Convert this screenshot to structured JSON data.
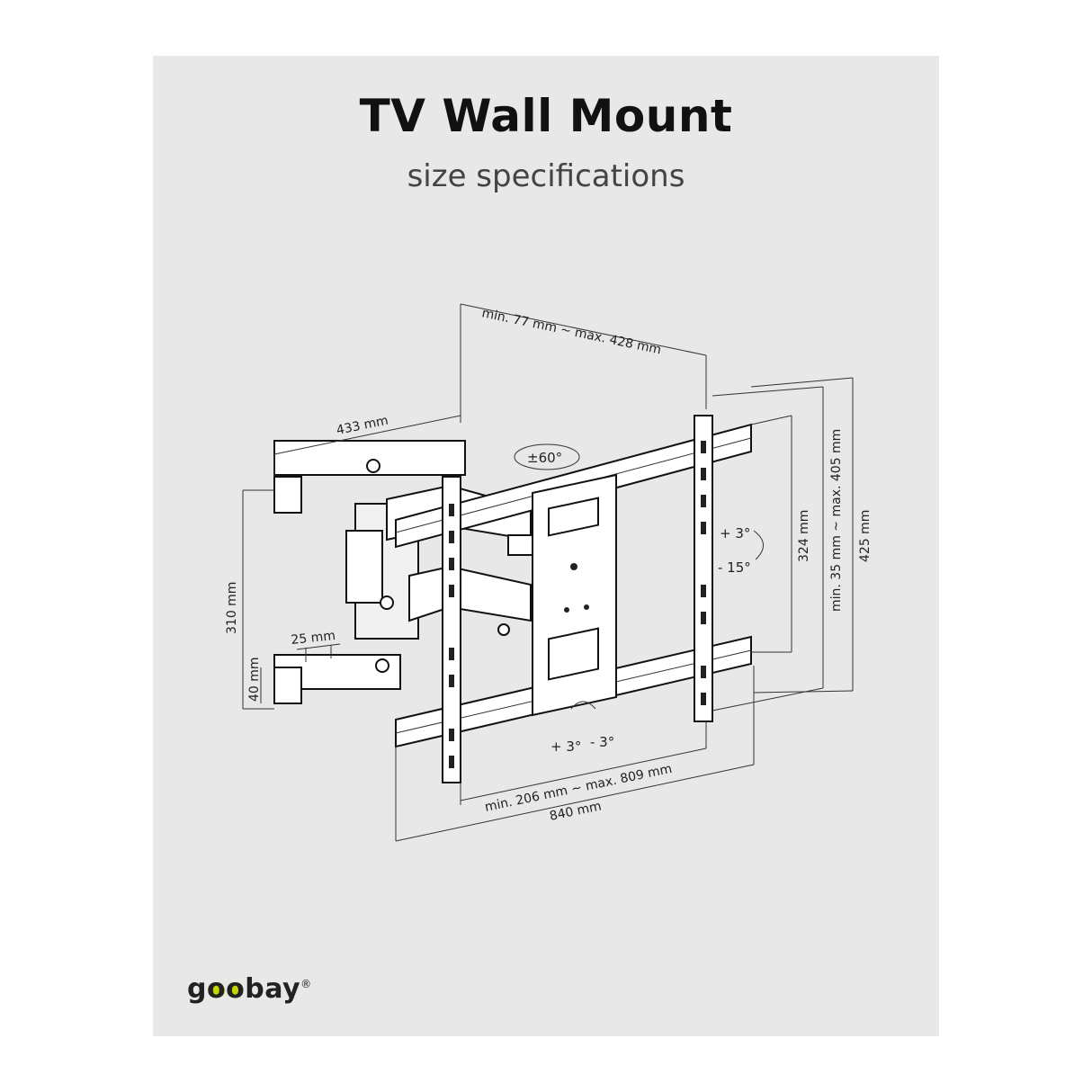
{
  "title": "TV Wall Mount",
  "subtitle": "size specifications",
  "dimensions": {
    "wall_distance": "min. 77 mm ~ max. 428 mm",
    "wall_plate_width": "433 mm",
    "plate_height": "310 mm",
    "arm_offset": "25 mm",
    "bottom_offset": "40 mm",
    "rotation": "±60°",
    "tilt_up": "+ 3°",
    "tilt_down": "- 15°",
    "level_left": "+ 3°",
    "level_right": "- 3°",
    "rail_height": "324 mm",
    "vesa_vertical": "min. 35 mm ~ max. 405 mm",
    "total_height": "425 mm",
    "vesa_horizontal": "min. 206 mm ~ max. 809 mm",
    "total_width": "840 mm"
  },
  "brand": {
    "name_pre": "g",
    "name_oo": "oo",
    "name_post": "bay",
    "registered": "®",
    "accent_color": "#c4d600"
  }
}
